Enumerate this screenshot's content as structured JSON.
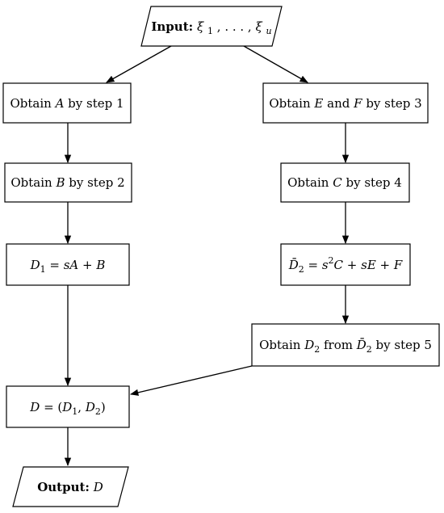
{
  "nodes": {
    "input": {
      "prefix": "Input:",
      "sym": "ξ",
      "sub1": "1",
      "mid": ", . . . , ",
      "sym2": "ξ",
      "sub2": "u"
    },
    "obtainA": {
      "pre": "Obtain ",
      "var": "A",
      "post": " by step 1"
    },
    "obtainEF": {
      "pre": "Obtain ",
      "var1": "E",
      "and": " and ",
      "var2": "F",
      "post": " by step 3"
    },
    "obtainB": {
      "pre": "Obtain ",
      "var": "B",
      "post": " by step 2"
    },
    "obtainC": {
      "pre": "Obtain ",
      "var": "C",
      "post": " by step 4"
    },
    "d1": {
      "D": "D",
      "sub": "1",
      "eq": " = ",
      "s": "s",
      "A": "A",
      "plus": " + ",
      "B": "B"
    },
    "d2bar": {
      "D": "D̄",
      "sub": "2",
      "eq": " = ",
      "s": "s",
      "sup": "2",
      "C": "C",
      "plus1": " + ",
      "s2": "s",
      "E": "E",
      "plus2": " + ",
      "F": "F"
    },
    "obtainD2": {
      "pre": "Obtain ",
      "D": "D",
      "sub": "2",
      "from": " from ",
      "Dbar": "D̄",
      "sub2": "2",
      "post": " by step 5"
    },
    "d": {
      "D": "D",
      "eq": " = (",
      "D1": "D",
      "sub1": "1",
      "comma": ", ",
      "D2": "D",
      "sub2": "2",
      "close": ")"
    },
    "output": {
      "prefix": "Output:",
      "var": "D"
    }
  }
}
